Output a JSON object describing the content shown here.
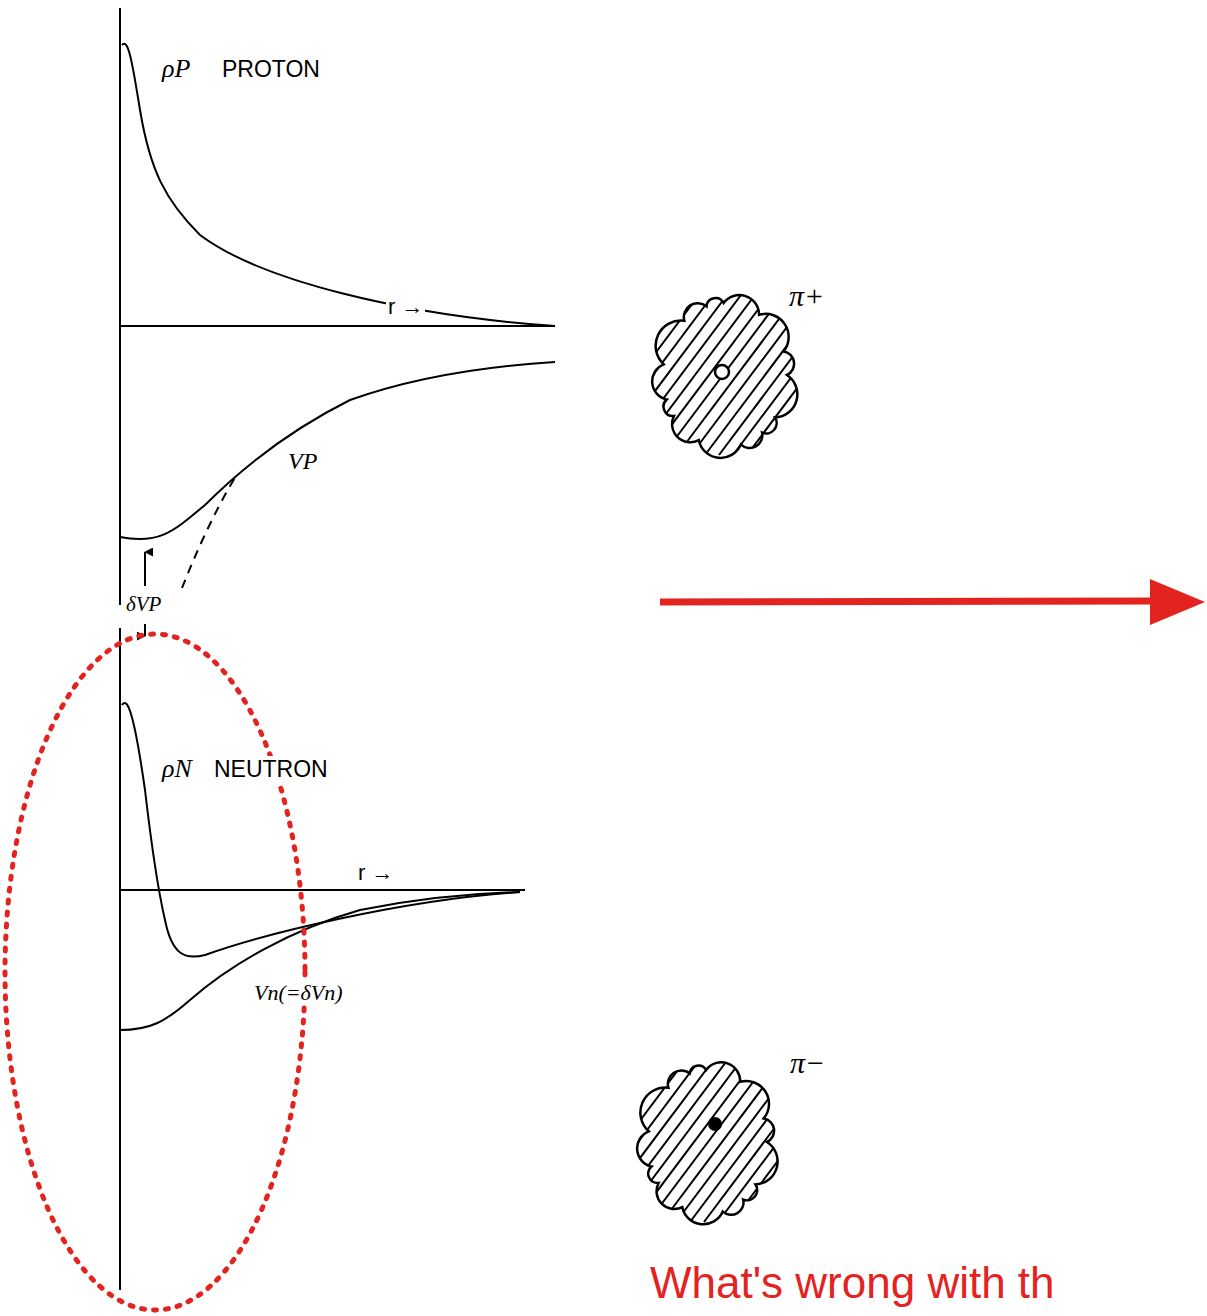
{
  "diagram": {
    "nodes": [
      {
        "text": [
          "π+"
        ]
      },
      {
        "text": [
          "π−"
        ]
      }
    ],
    "labels": [
      "ρP",
      "PROTON",
      "r →",
      "VP",
      "δVP",
      "ρN",
      "NEUTRON",
      "r →",
      "Vn(=δVn)",
      "What's wrong with th"
    ]
  }
}
